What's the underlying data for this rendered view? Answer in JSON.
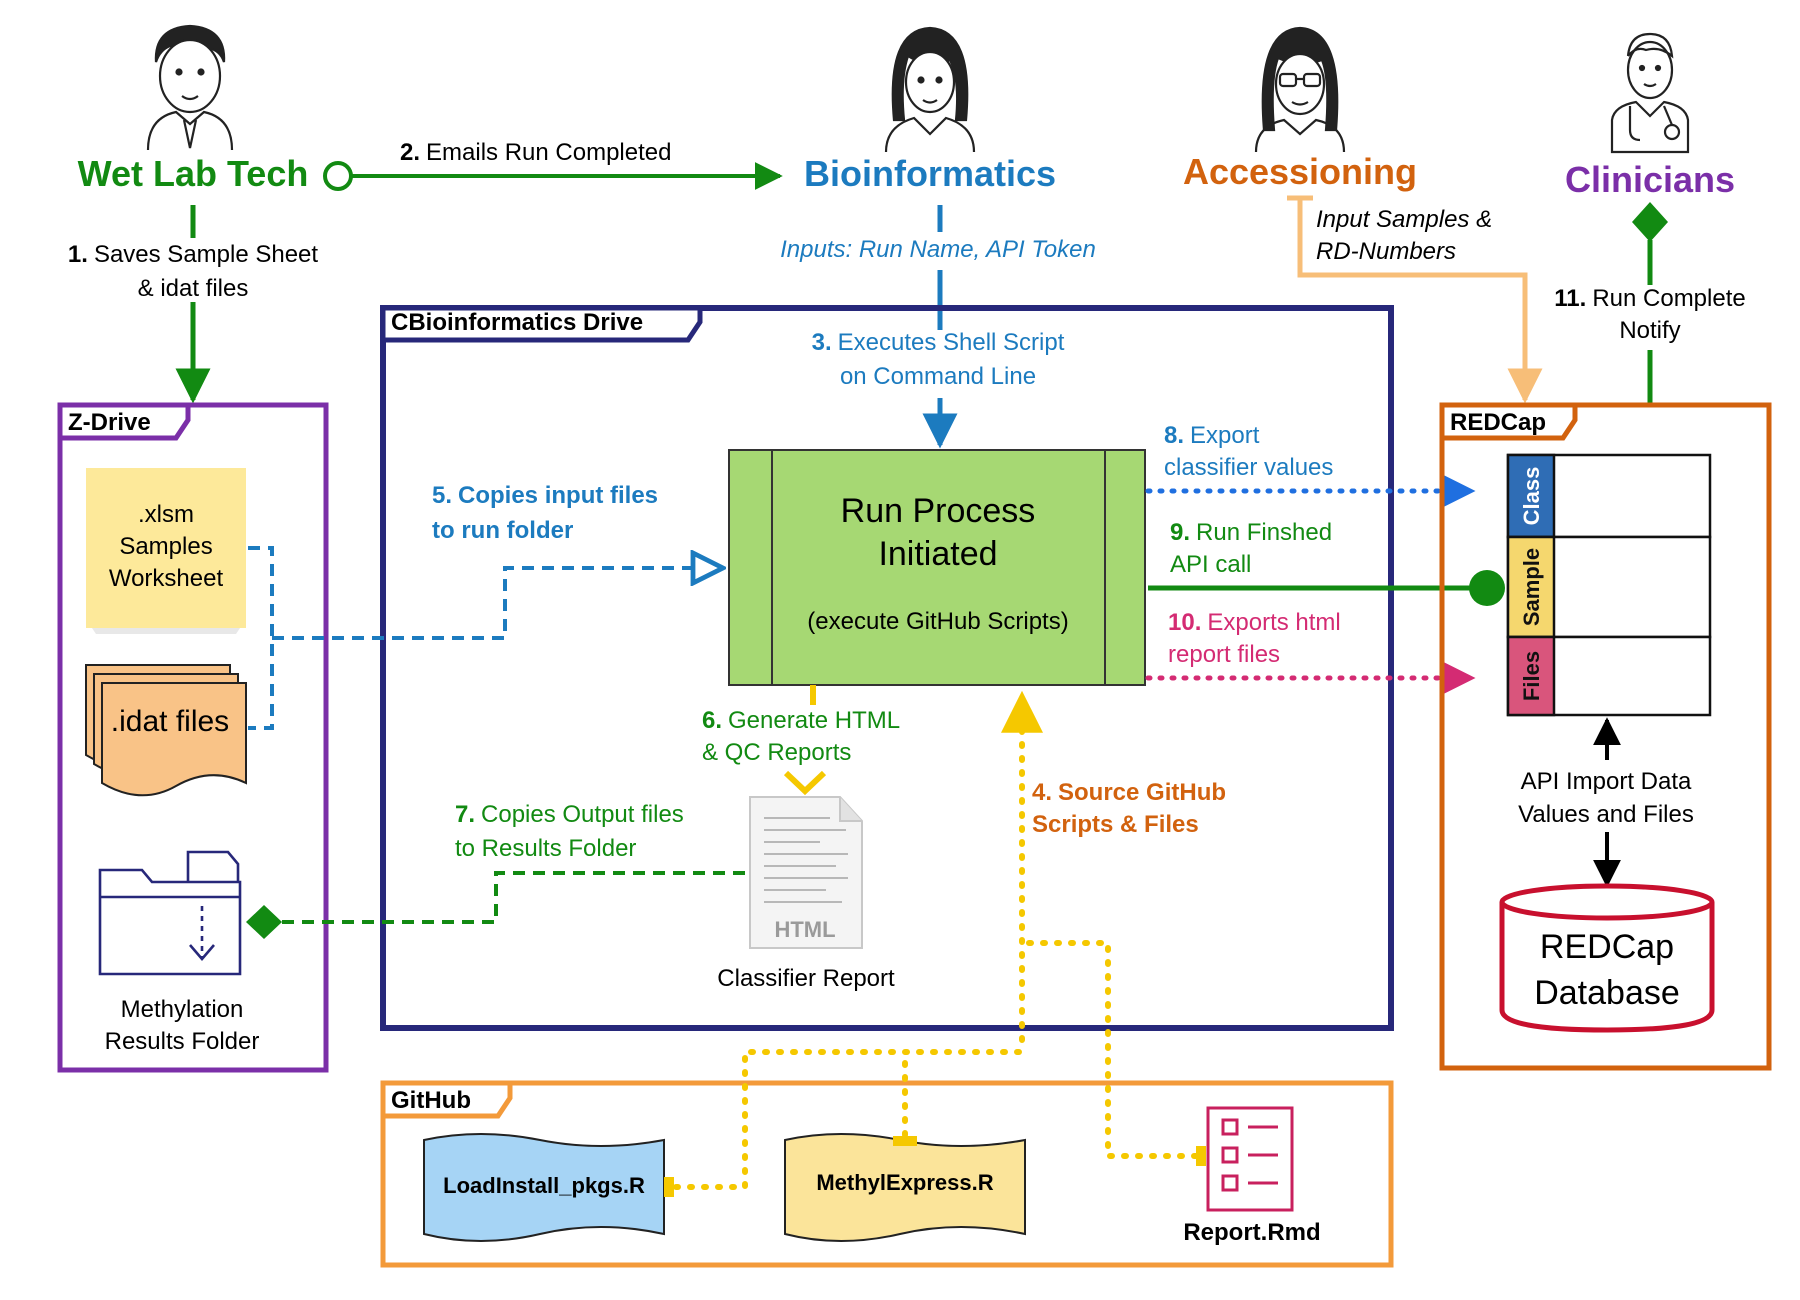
{
  "actors": {
    "wet_lab_tech": "Wet Lab Tech",
    "bioinformatics": "Bioinformatics",
    "accessioning": "Accessioning",
    "clinicians": "Clinicians"
  },
  "steps": {
    "s1": {
      "num": "1.",
      "line1": "Saves Sample Sheet",
      "line2": "& idat files"
    },
    "s2": {
      "num": "2.",
      "text": "Emails Run Completed"
    },
    "inputs": "Inputs: Run Name, API Token",
    "s3": {
      "num": "3.",
      "line1": "Executes Shell Script",
      "line2": "on Command Line"
    },
    "s4": {
      "num": "4.",
      "line1": "Source GitHub",
      "line2": "Scripts & Files"
    },
    "s5": {
      "num": "5.",
      "line1": "Copies input files",
      "line2": "to run folder"
    },
    "s6": {
      "num": "6.",
      "line1": "Generate HTML",
      "line2": "& QC Reports"
    },
    "s7": {
      "num": "7.",
      "line1": "Copies Output files",
      "line2": "to Results Folder"
    },
    "s8": {
      "num": "8.",
      "line1": "Export",
      "line2": "classifier values"
    },
    "s9": {
      "num": "9.",
      "line1": "Run Finshed",
      "line2": "API call"
    },
    "s10": {
      "num": "10.",
      "line1": "Exports html",
      "line2": "report files"
    },
    "s11": {
      "num": "11.",
      "line1": "Run Complete",
      "line2": "Notify"
    },
    "accession_input": {
      "line1": "Input Samples &",
      "line2": "RD-Numbers"
    }
  },
  "containers": {
    "zdrive": "Z-Drive",
    "cbio": "CBioinformatics Drive",
    "redcap": "REDCap",
    "github": "GitHub"
  },
  "zdrive_items": {
    "xlsm": {
      "line1": ".xlsm",
      "line2": "Samples",
      "line3": "Worksheet"
    },
    "idat": ".idat files",
    "folder": {
      "line1": "Methylation",
      "line2": "Results Folder"
    }
  },
  "process": {
    "line1": "Run Process",
    "line2": "Initiated",
    "line3": "(execute GitHub Scripts)"
  },
  "report": {
    "doc_label": "HTML",
    "caption": "Classifier Report"
  },
  "redcap_table": {
    "rows": [
      "Class",
      "Sample",
      "Files"
    ],
    "colors": [
      "#2f6db5",
      "#f5d76e",
      "#d9557c"
    ]
  },
  "api_import": {
    "line1": "API Import Data",
    "line2": "Values and Files"
  },
  "database": {
    "line1": "REDCap",
    "line2": "Database"
  },
  "github_files": {
    "load": "LoadInstall_pkgs.R",
    "methyl": "MethylExpress.R",
    "report": "Report.Rmd"
  },
  "colors": {
    "green": "#128a12",
    "blue": "#1c7bbf",
    "orange": "#d2620e",
    "purple": "#7b2fa8",
    "navy": "#27287a",
    "yellow": "#f5c800",
    "pink": "#d42b73",
    "gh_orange": "#f39a3a",
    "peach": "#f7be78"
  }
}
